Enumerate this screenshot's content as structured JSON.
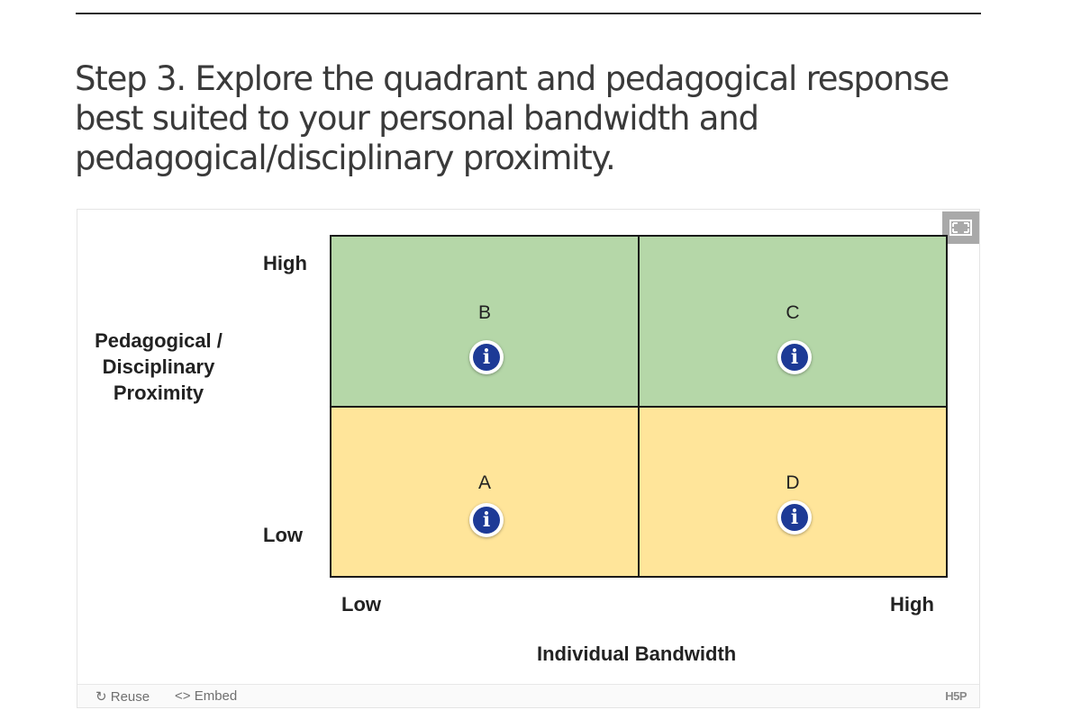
{
  "heading": {
    "lines": [
      "Step 3. Explore the quadrant and pedagogical response",
      "best suited to your personal bandwidth and",
      "pedagogical/disciplinary proximity."
    ]
  },
  "diagram": {
    "y_axis": {
      "title_lines": [
        "Pedagogical /",
        "Disciplinary",
        "Proximity"
      ],
      "high_label": "High",
      "low_label": "Low"
    },
    "x_axis": {
      "title": "Individual Bandwidth",
      "low_label": "Low",
      "high_label": "High"
    },
    "quadrants": {
      "top_left": {
        "letter": "B",
        "color": "#b5d7a8",
        "info_icon": "i"
      },
      "top_right": {
        "letter": "C",
        "color": "#b5d7a8",
        "info_icon": "i"
      },
      "bottom_left": {
        "letter": "A",
        "color": "#ffe59a",
        "info_icon": "i"
      },
      "bottom_right": {
        "letter": "D",
        "color": "#ffe59a",
        "info_icon": "i"
      }
    },
    "info_button_color": "#1d3a96"
  },
  "toolbar": {
    "fullscreen_icon": "fullscreen-icon"
  },
  "footer": {
    "reuse_label": "Reuse",
    "reuse_icon": "↻",
    "embed_label": "Embed",
    "embed_icon": "<>",
    "logo_text": "H5P"
  }
}
